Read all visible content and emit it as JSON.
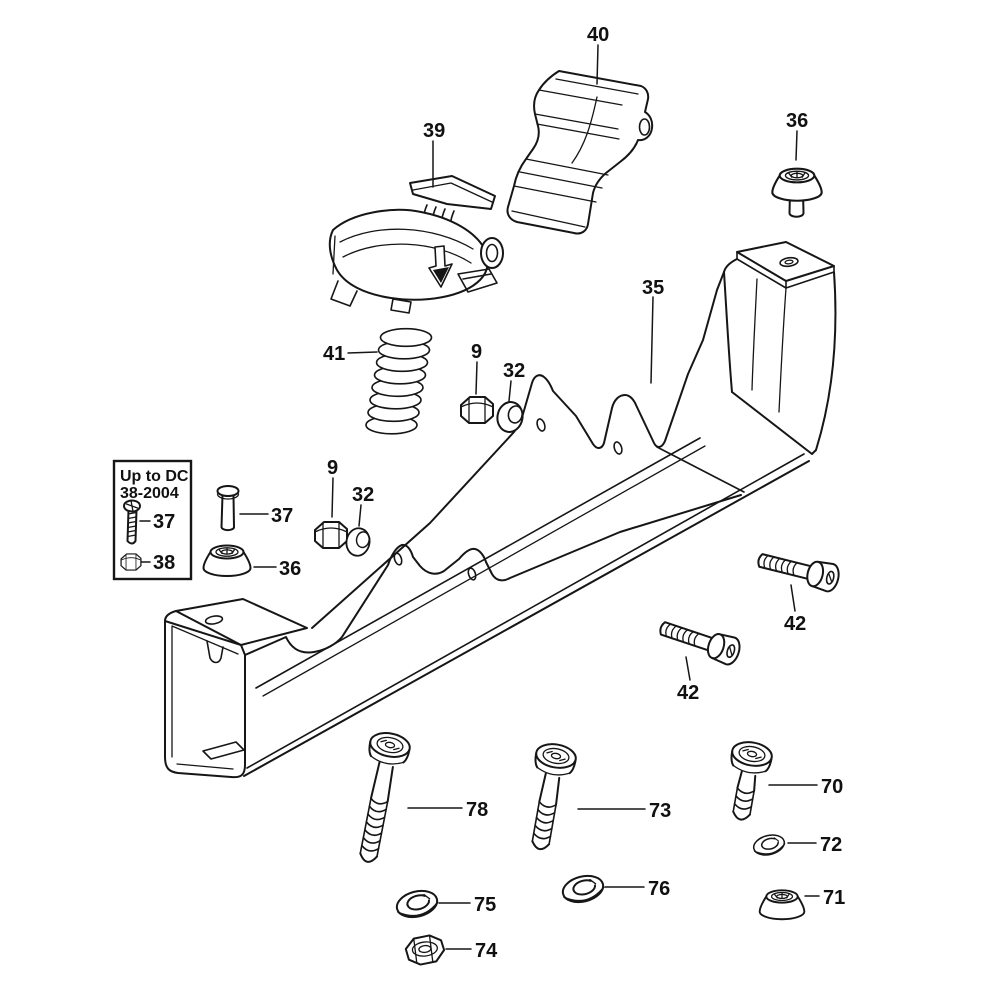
{
  "diagram": {
    "background_color": "#ffffff",
    "line_color": "#161616",
    "note_box": {
      "line1": "Up to DC",
      "line2": "38-2004"
    },
    "labels": {
      "l40": "40",
      "l39": "39",
      "l36_top": "36",
      "l35": "35",
      "l41": "41",
      "l9_a": "9",
      "l32_a": "32",
      "l9_b": "9",
      "l32_b": "32",
      "l37_box": "37",
      "l38_box": "38",
      "l37_main": "37",
      "l36_main": "36",
      "l42_a": "42",
      "l42_b": "42",
      "l78": "78",
      "l75": "75",
      "l74": "74",
      "l73": "73",
      "l76": "76",
      "l70": "70",
      "l72": "72",
      "l71": "71"
    }
  }
}
